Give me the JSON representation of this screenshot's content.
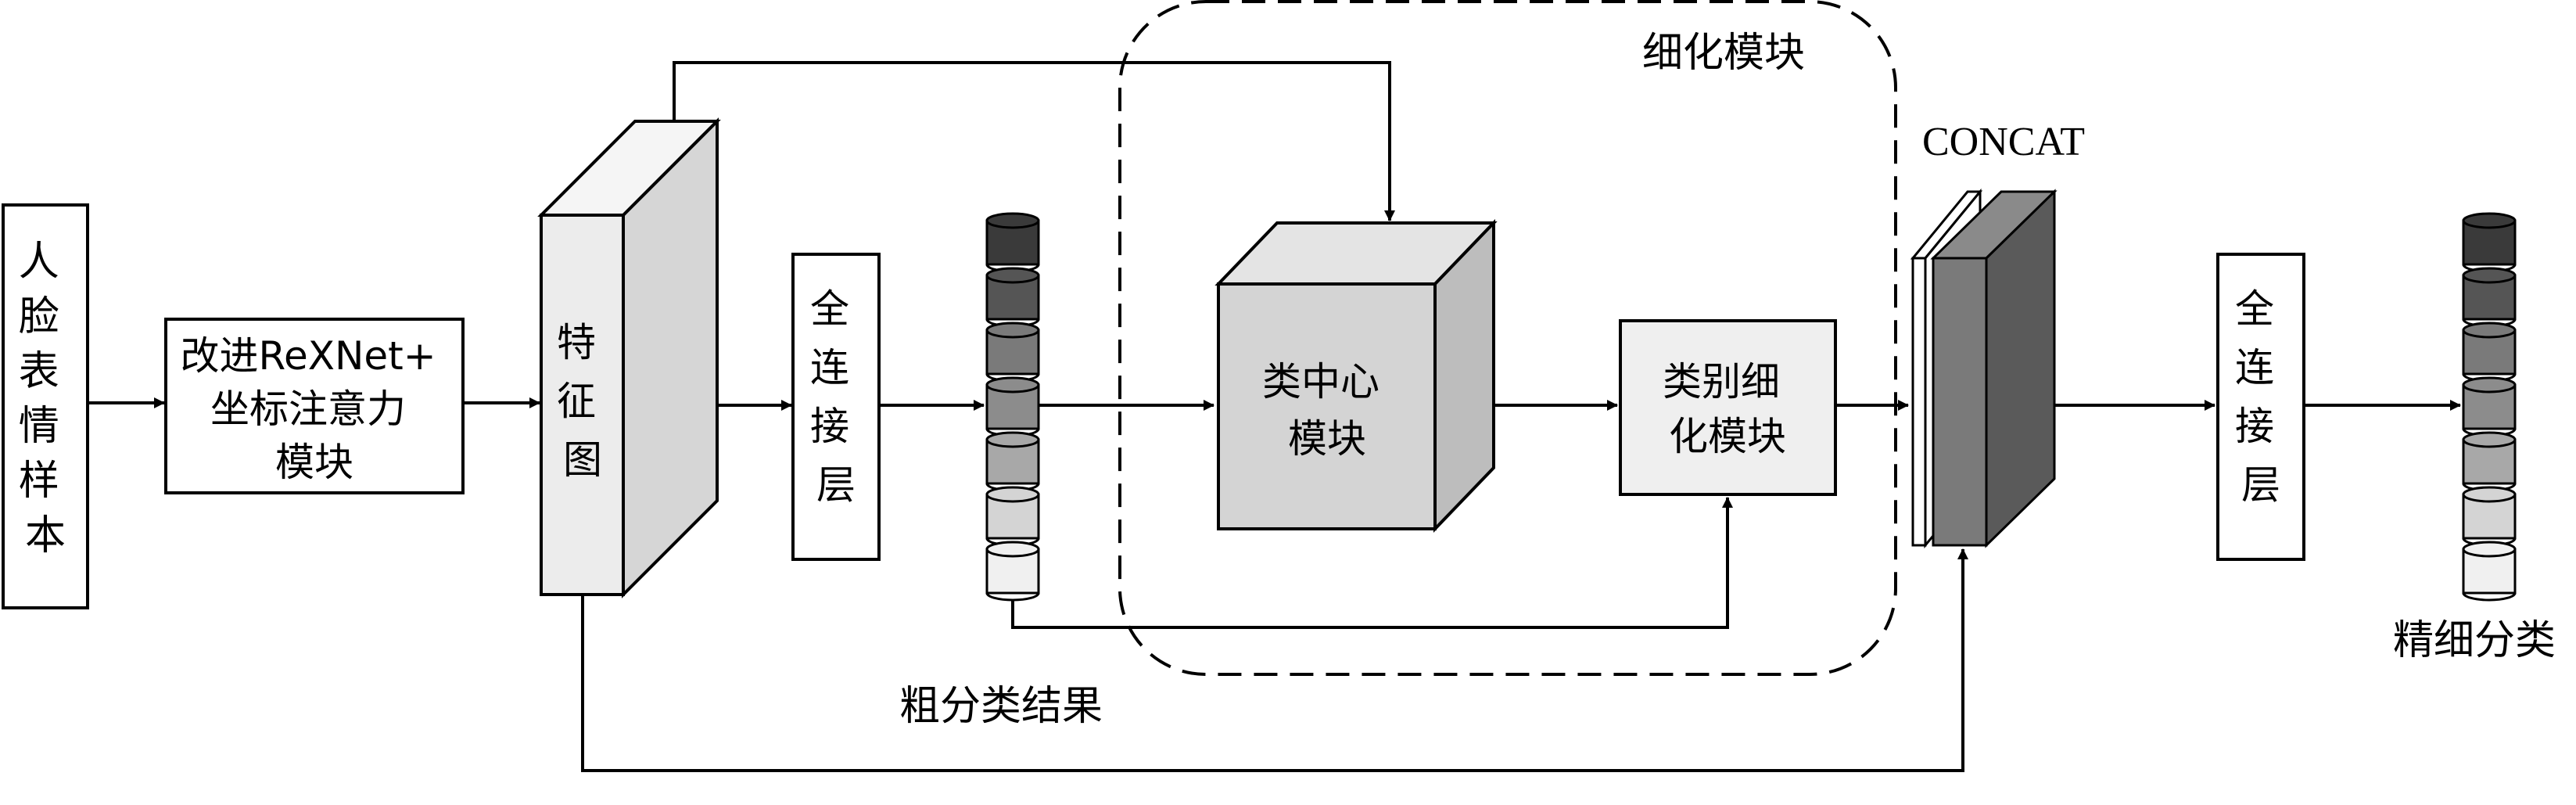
{
  "nodes": {
    "input_lines": [
      "人",
      "脸",
      "表",
      "情",
      "样",
      "本"
    ],
    "backbone_lines": [
      "改进ReXNet+",
      "坐标注意力",
      "模块"
    ],
    "feature_map_lines": [
      "特",
      "征",
      "图"
    ],
    "fc1_lines": [
      "全",
      "连",
      "接",
      "层"
    ],
    "class_center_lines": [
      "类中心",
      "模块"
    ],
    "class_refine_lines": [
      "类别细",
      "化模块"
    ],
    "fc2_lines": [
      "全",
      "连",
      "接",
      "层"
    ]
  },
  "labels": {
    "refine_group": "细化模块",
    "concat": "CONCAT",
    "coarse_result": "粗分类结果",
    "fine_result": "精细分类"
  },
  "colors": {
    "stroke": "#000000",
    "box_fill": "#ffffff",
    "feature_front": "#ececec",
    "feature_side": "#d6d6d6",
    "center_front": "#d4d4d4",
    "center_top": "#e4e4e4",
    "center_side": "#bdbdbd",
    "refine_fill": "#efefef",
    "concat_dark": "#7a7a7a",
    "concat_mid": "#5a5a5a"
  }
}
